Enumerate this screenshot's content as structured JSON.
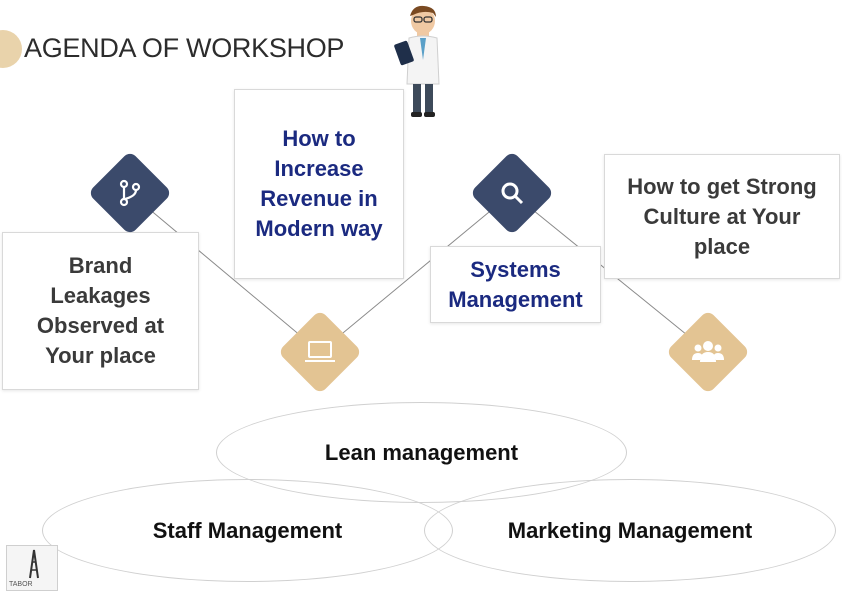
{
  "header": {
    "title": "AGENDA OF WORKSHOP"
  },
  "agenda": {
    "brand_leakages": "Brand\nLeakages\nObserved at\nYour place",
    "increase_revenue": "How to\nIncrease\nRevenue in\nModern way",
    "systems_management": "Systems\nManagement",
    "strong_culture": "How to get Strong\nCulture at Your\nplace"
  },
  "ellipses": {
    "lean": "Lean management",
    "staff": "Staff Management",
    "marketing": "Marketing Management"
  },
  "icons": [
    "branch-icon",
    "laptop-icon",
    "search-icon",
    "people-group-icon",
    "doctor-illustration-icon"
  ],
  "colors": {
    "dark_diamond": "#3b4a6b",
    "light_diamond": "#e3c493",
    "navy_text": "#1b2a80",
    "gray_text": "#3a3a3a"
  },
  "logo": {
    "text": "TABOR"
  }
}
